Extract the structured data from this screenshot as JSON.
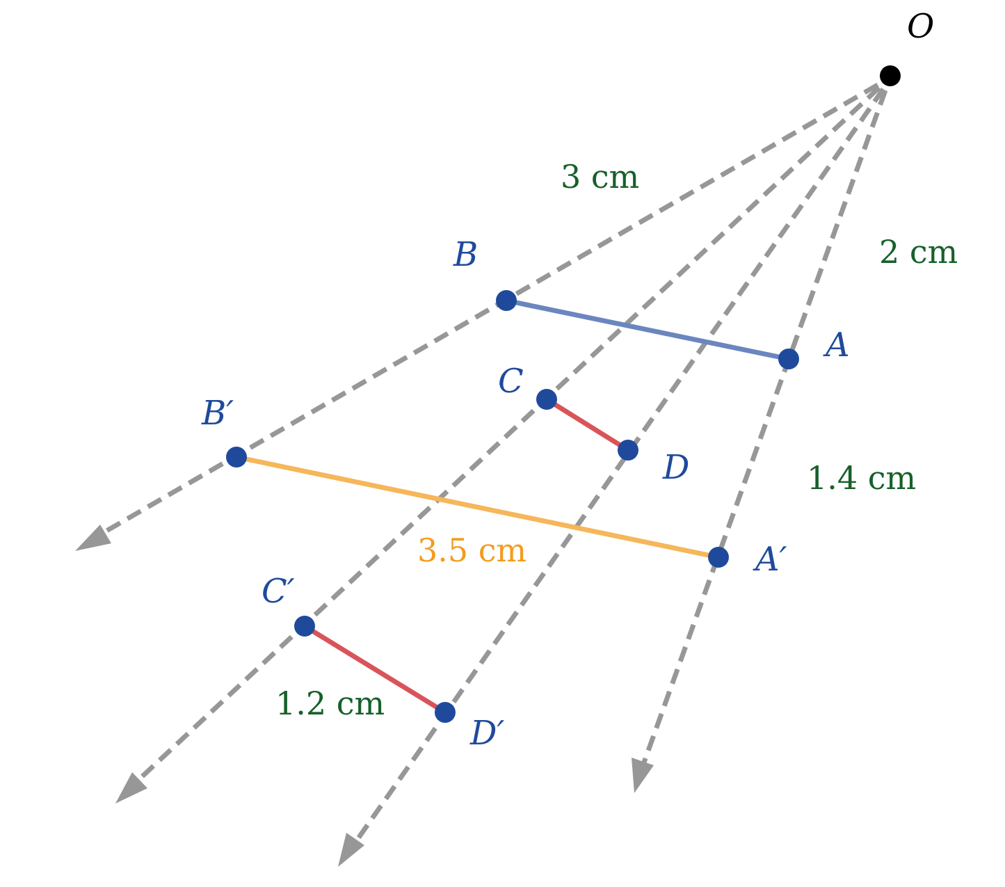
{
  "colors": {
    "ray": "#979797",
    "origin": "#000000",
    "point": "#1f4a9c",
    "label": "#1f4a9c",
    "measure_green": "#17602b",
    "measure_orange": "#f39c1e",
    "segment_ab": "#6b86bf",
    "segment_ab_prime": "#f6b65a",
    "segment_cd": "#d9545a"
  },
  "points": {
    "O": "O",
    "A": "A",
    "B": "B",
    "C": "C",
    "D": "D",
    "A_prime": "A′",
    "B_prime": "B′",
    "C_prime": "C′",
    "D_prime": "D′"
  },
  "measurements": {
    "OB": "3 cm",
    "OA": "2 cm",
    "AA_prime": "1.4 cm",
    "A_prime_B_prime": "3.5 cm",
    "C_prime_D_prime": "1.2 cm"
  }
}
